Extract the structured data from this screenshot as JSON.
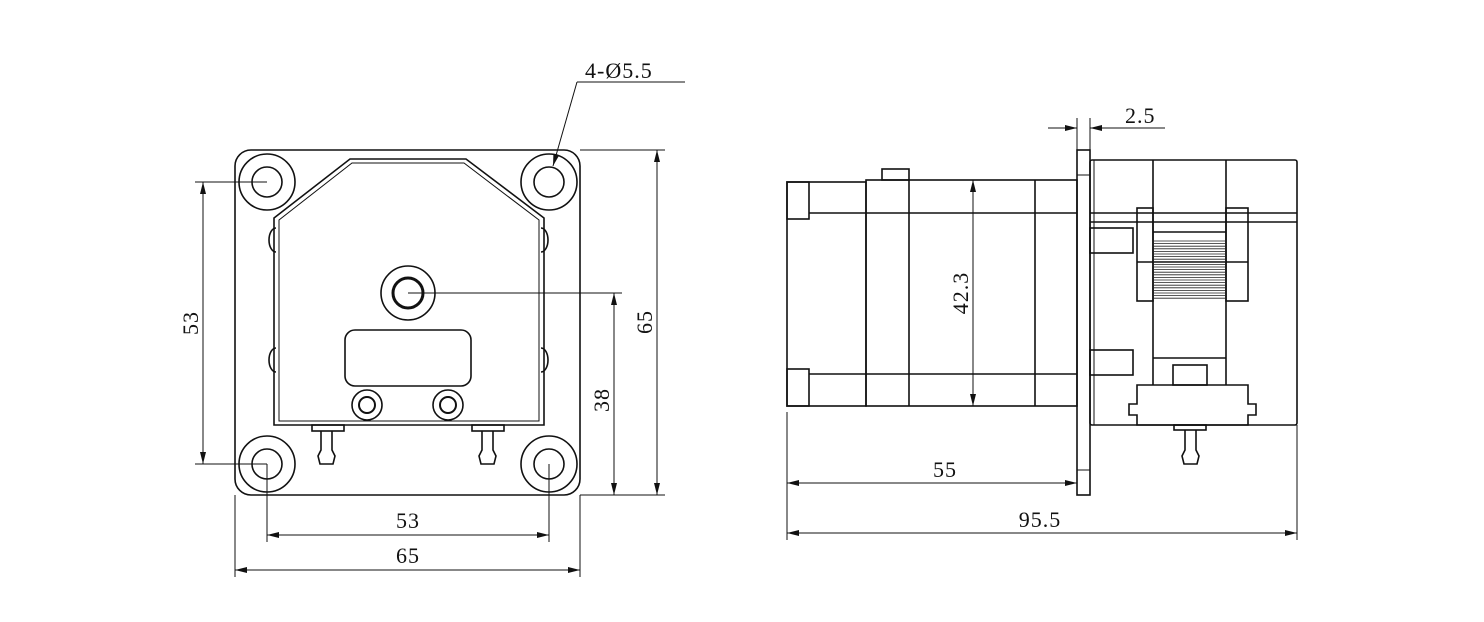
{
  "front_view": {
    "hole_callout": "4-Ø5.5",
    "dim_hole_spacing_vertical": "53",
    "dim_plate_height": "65",
    "dim_shaft_height": "38",
    "dim_hole_spacing_horizontal": "53",
    "dim_plate_width": "65"
  },
  "side_view": {
    "dim_flange_thickness": "2.5",
    "dim_motor_height": "42.3",
    "dim_motor_length": "55",
    "dim_total_length": "95.5"
  }
}
